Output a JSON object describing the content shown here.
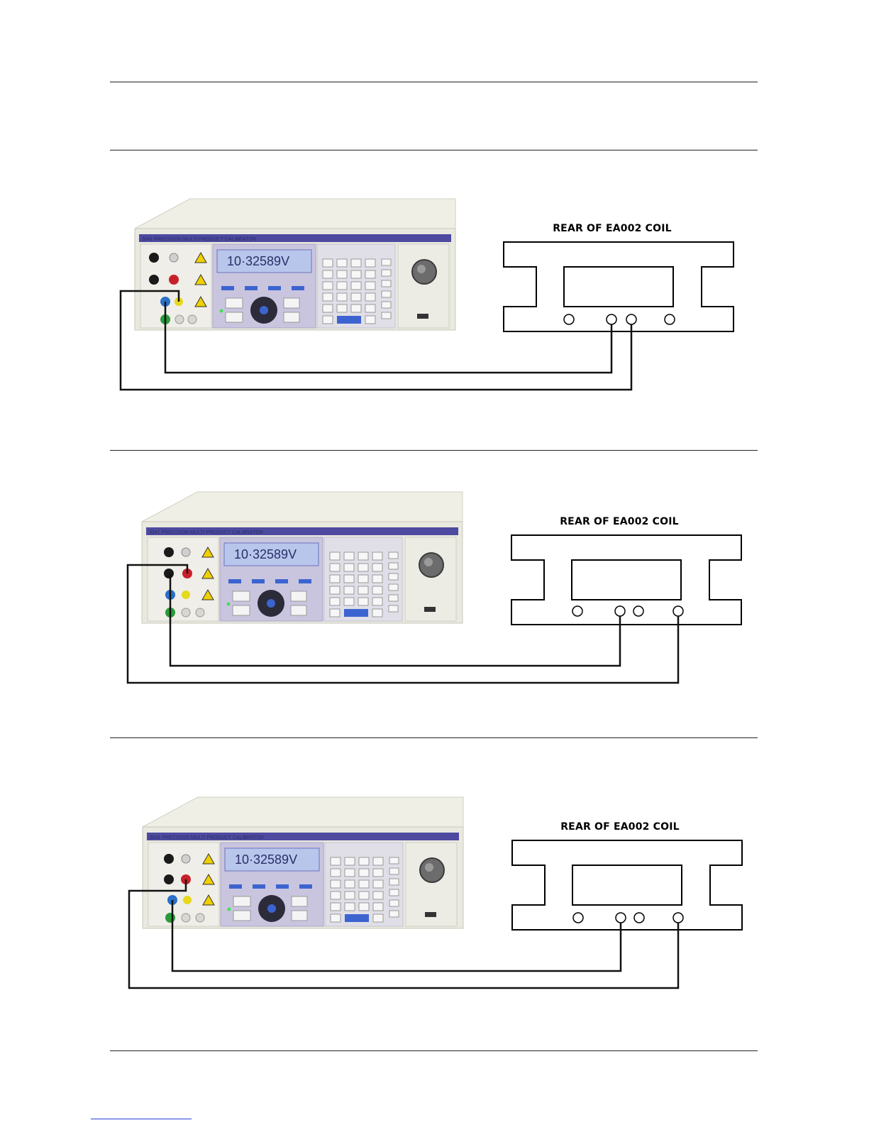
{
  "panels": [
    {
      "id": "panel-1",
      "coil_label": "REAR OF EA002 COIL",
      "display_reading": "10·32589V",
      "instrument_title": "3041 PRECISION MULTI PRODUCT CALIBRATOR"
    },
    {
      "id": "panel-2",
      "coil_label": "REAR OF EA002 COIL",
      "display_reading": "10·32589V",
      "instrument_title": "3041 PRECISION MULTI PRODUCT CALIBRATOR"
    },
    {
      "id": "panel-3",
      "coil_label": "REAR OF EA002 COIL",
      "display_reading": "10·32589V",
      "instrument_title": "3041 PRECISION MULTI PRODUCT CALIBRATOR"
    }
  ],
  "colors": {
    "instrument_body": "#e8e8dc",
    "instrument_top": "#eeeee4",
    "front_panel": "#c9c5df",
    "display_bg": "#b8c6ec",
    "wire": "#111111",
    "terminal_black": "#1a1a1a",
    "terminal_red": "#c8202a",
    "terminal_blue": "#2a6fc8",
    "terminal_yellow": "#e6d81c",
    "terminal_green": "#2a9a3a"
  }
}
